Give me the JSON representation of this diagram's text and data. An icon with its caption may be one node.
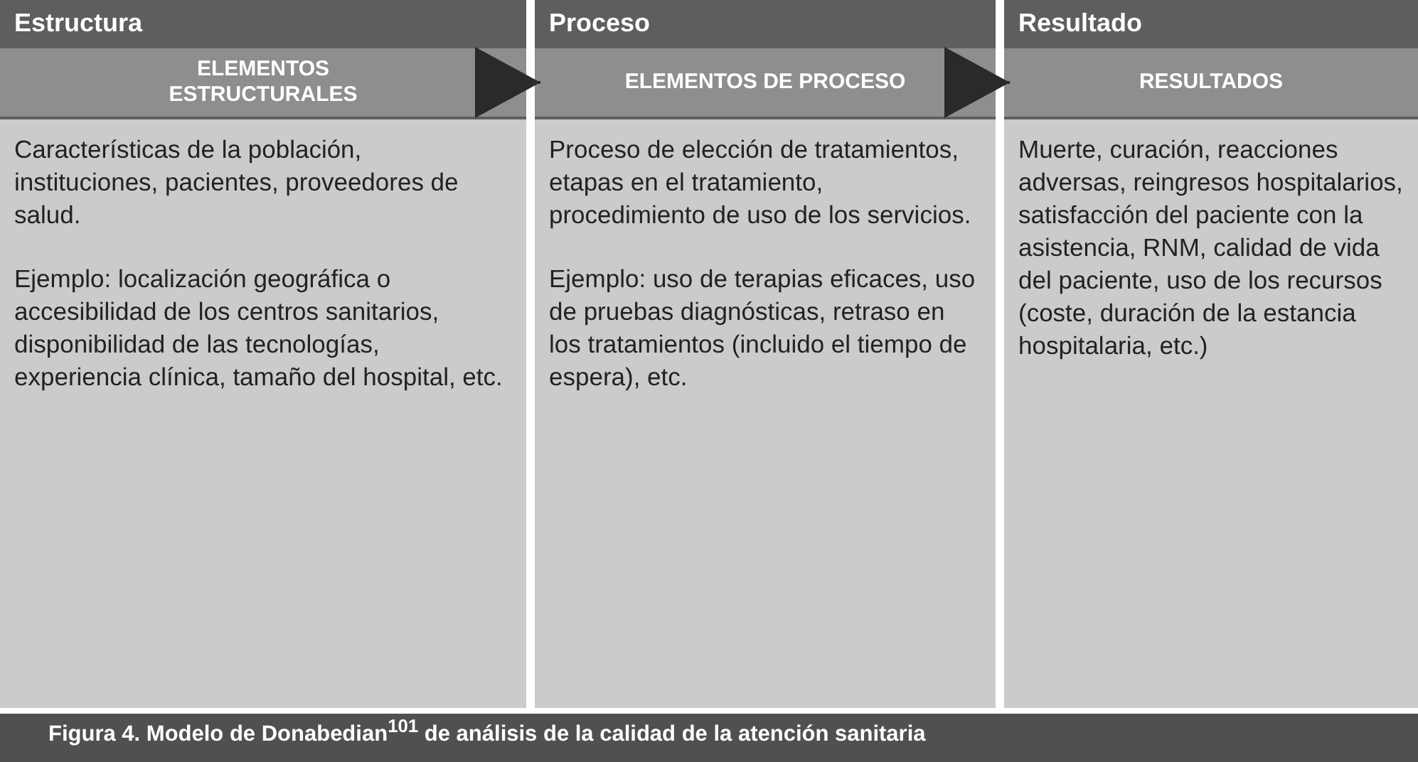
{
  "diagram": {
    "caption": "Figura 4. Modelo de Donabedian$^{101}$ de análisis de la calidad de la atención sanitaria",
    "nodes": [
      {
        "text": [
          "Estructura"
        ]
      },
      {
        "text": [
          "ELEMENTOS ESTRUCTURALES"
        ],
        "in": 0
      },
      {
        "text": [
          "Características de la población, instituciones, pacientes, proveedores de salud.",
          "Ejemplo: localización geográfica o accesibilidad de los centros sanitarios, disponibilidad de las tecnologías, experiencia clínica, tamaño del hospital, etc."
        ],
        "in": 0
      },
      {
        "text": [
          "Proceso"
        ]
      },
      {
        "text": [
          "ELEMENTOS DE PROCESO"
        ],
        "in": 3
      },
      {
        "text": [
          "Proceso de elección de tratamientos, etapas en el tratamiento, procedimiento de uso de los servicios.",
          "Ejemplo: uso de terapias eficaces, uso de pruebas diagnósticas, retraso en los tratamientos (incluido el tiempo de espera), etc."
        ],
        "in": 3
      },
      {
        "text": [
          "Resultado"
        ]
      },
      {
        "text": [
          "RESULTADOS"
        ],
        "in": 6
      },
      {
        "text": [
          "Muerte, curación, reacciones adversas, reingresos hospitalarios, satisfacción del paciente con la asistencia, RNM, calidad de vida del paciente, uso de los recursos (coste, duración de la estancia hospitalaria, etc.)"
        ],
        "in": 6
      }
    ],
    "edges": [
      {
        "from": 1,
        "to": 4,
        "arrow": "to"
      },
      {
        "from": 4,
        "to": 7,
        "arrow": "to"
      }
    ]
  }
}
